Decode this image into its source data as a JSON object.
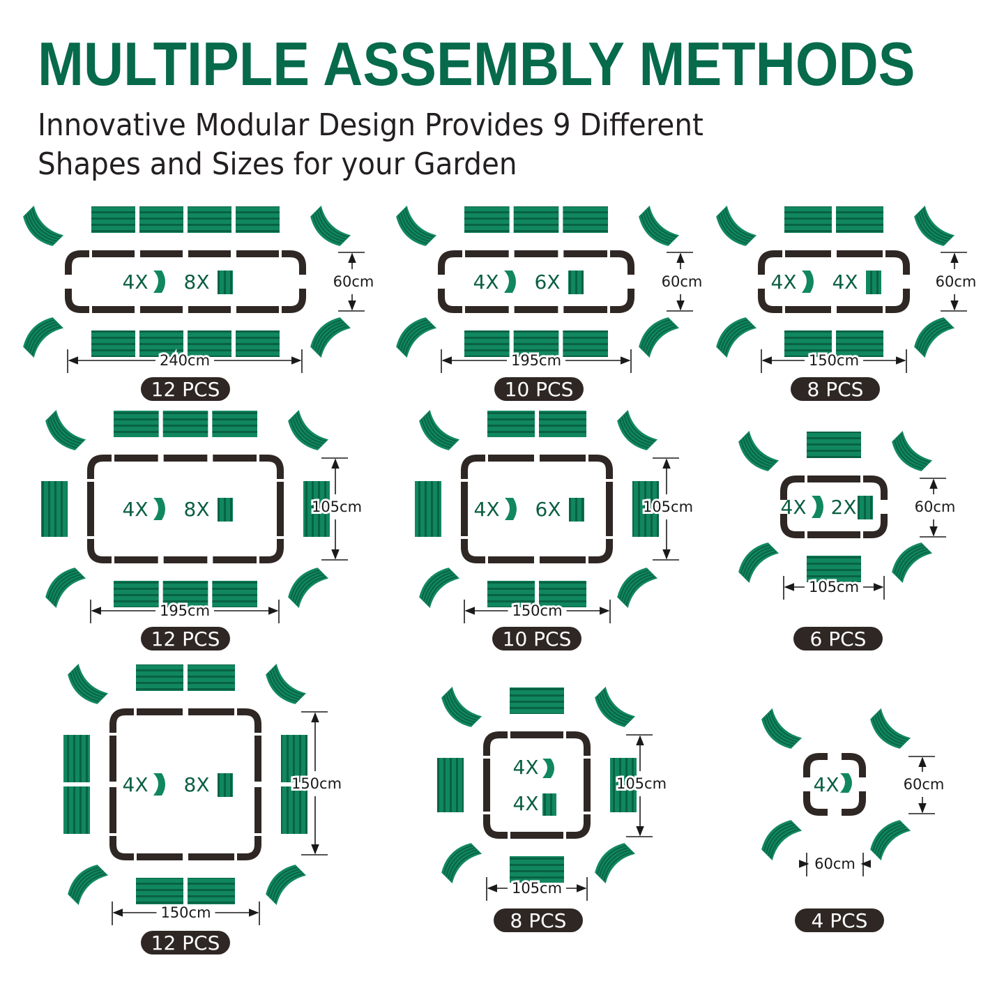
{
  "header": {
    "title": "MULTIPLE ASSEMBLY METHODS",
    "subtitle_line1": "Innovative Modular Design Provides 9 Different",
    "subtitle_line2": "Shapes and Sizes for your Garden"
  },
  "colors": {
    "brand_green": "#066a4b",
    "panel_green": "#11875f",
    "frame_dark": "#2f2724",
    "pill_bg": "#2f2724"
  },
  "configs": [
    {
      "id": "c1",
      "pieces": "12 PCS",
      "width_label": "240cm",
      "height_label": "60cm",
      "corner_count": "4X",
      "straight_count": "8X",
      "straights_per_long_side": 4,
      "straights_per_short_side": 0
    },
    {
      "id": "c2",
      "pieces": "10 PCS",
      "width_label": "195cm",
      "height_label": "60cm",
      "corner_count": "4X",
      "straight_count": "6X",
      "straights_per_long_side": 3,
      "straights_per_short_side": 0
    },
    {
      "id": "c3",
      "pieces": "8 PCS",
      "width_label": "150cm",
      "height_label": "60cm",
      "corner_count": "4X",
      "straight_count": "4X",
      "straights_per_long_side": 2,
      "straights_per_short_side": 0
    },
    {
      "id": "c4",
      "pieces": "12 PCS",
      "width_label": "195cm",
      "height_label": "105cm",
      "corner_count": "4X",
      "straight_count": "8X",
      "straights_per_long_side": 3,
      "straights_per_short_side": 1
    },
    {
      "id": "c5",
      "pieces": "10 PCS",
      "width_label": "150cm",
      "height_label": "105cm",
      "corner_count": "4X",
      "straight_count": "6X",
      "straights_per_long_side": 2,
      "straights_per_short_side": 1
    },
    {
      "id": "c6",
      "pieces": "6 PCS",
      "width_label": "105cm",
      "height_label": "60cm",
      "corner_count": "4X",
      "straight_count": "2X",
      "straights_per_long_side": 1,
      "straights_per_short_side": 0
    },
    {
      "id": "c7",
      "pieces": "12 PCS",
      "width_label": "150cm",
      "height_label": "150cm",
      "corner_count": "4X",
      "straight_count": "8X",
      "straights_per_long_side": 2,
      "straights_per_short_side": 2
    },
    {
      "id": "c8",
      "pieces": "8 PCS",
      "width_label": "105cm",
      "height_label": "105cm",
      "corner_count": "4X",
      "straight_count": "4X",
      "straights_per_long_side": 1,
      "straights_per_short_side": 1
    },
    {
      "id": "c9",
      "pieces": "4 PCS",
      "width_label": "60cm",
      "height_label": "60cm",
      "corner_count": "4X",
      "straight_count": "",
      "straights_per_long_side": 0,
      "straights_per_short_side": 0
    }
  ]
}
